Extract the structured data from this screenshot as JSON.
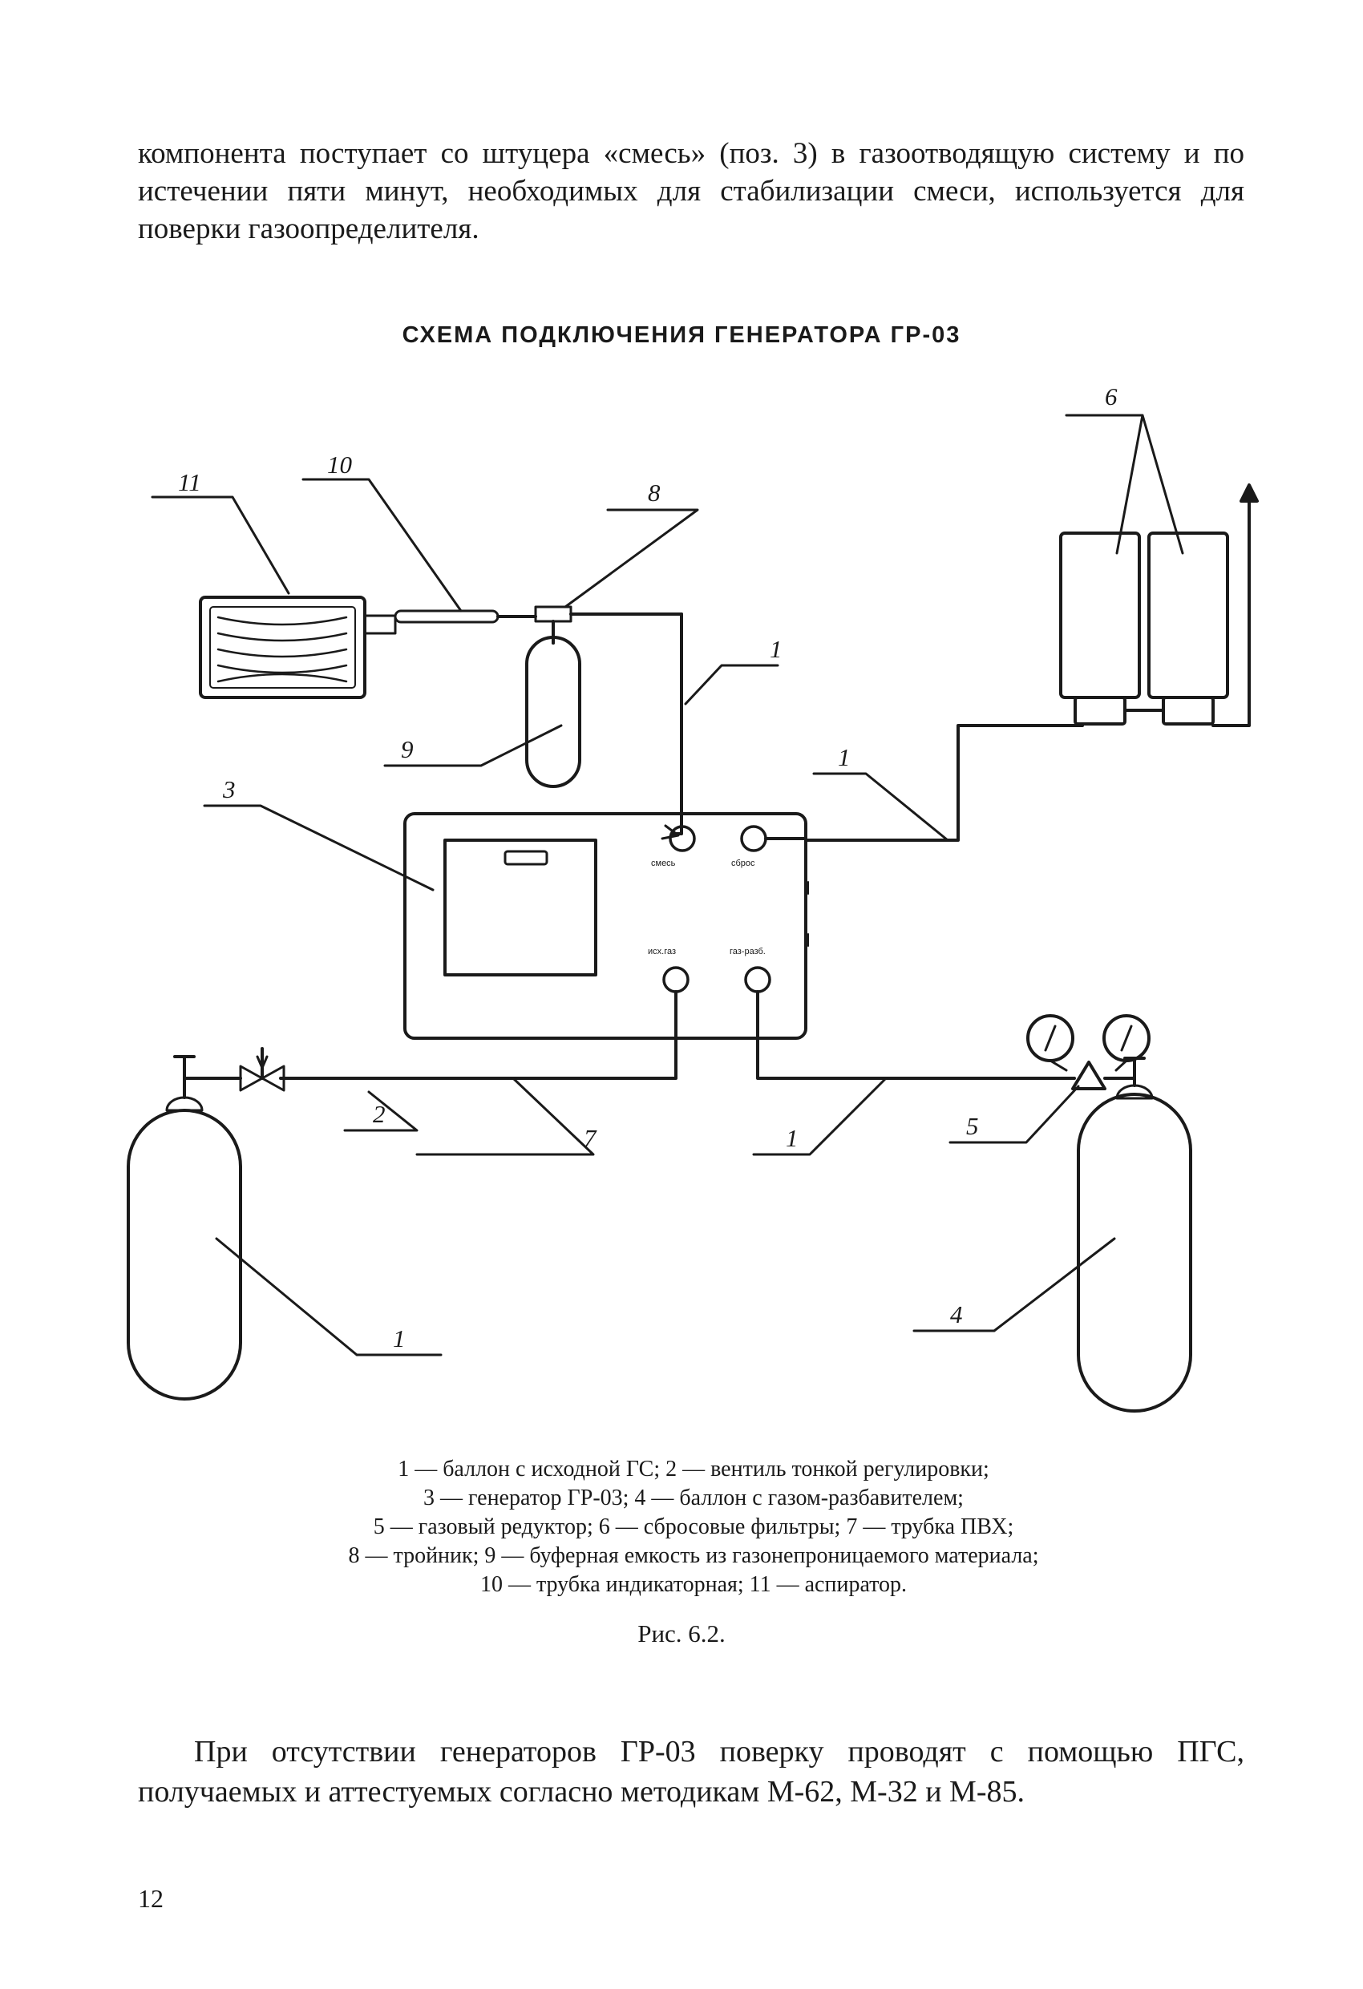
{
  "top_paragraph": "компонента поступает со штуцера «смесь» (поз. 3) в газоотводящую систему и по истечении пяти минут, необходимых для стабилизации смеси, используется для поверки газоопределителя.",
  "scheme_title": "СХЕМА ПОДКЛЮЧЕНИЯ ГЕНЕРАТОРА ГР-03",
  "diagram": {
    "labels": {
      "n1a": "1",
      "n1b": "1",
      "n1c": "1",
      "n1d": "1",
      "n2": "2",
      "n3": "3",
      "n4": "4",
      "n5": "5",
      "n6": "6",
      "n7": "7",
      "n8": "8",
      "n9": "9",
      "n10": "10",
      "n11": "11"
    },
    "port_labels": {
      "mix": "смесь",
      "vent": "сброс",
      "in_gas": "исх.газ",
      "dil_gas": "газ-разб."
    }
  },
  "legend": [
    "1 — баллон с исходной ГС; 2 — вентиль тонкой регулировки;",
    "3 — генератор ГР-03; 4 — баллон с газом-разбавителем;",
    "5 — газовый редуктор; 6 — сбросовые фильтры; 7 — трубка ПВХ;",
    "8 — тройник; 9 — буферная емкость из газонепроницаемого материала;",
    "10 — трубка индикаторная; 11 — аспиратор."
  ],
  "figure_caption": "Рис. 6.2.",
  "bottom_paragraph": "При отсутствии генераторов ГР-03 поверку проводят с помощью ПГС, получаемых и аттестуемых согласно методикам М-62, М-32 и М-85.",
  "page_number": "12"
}
